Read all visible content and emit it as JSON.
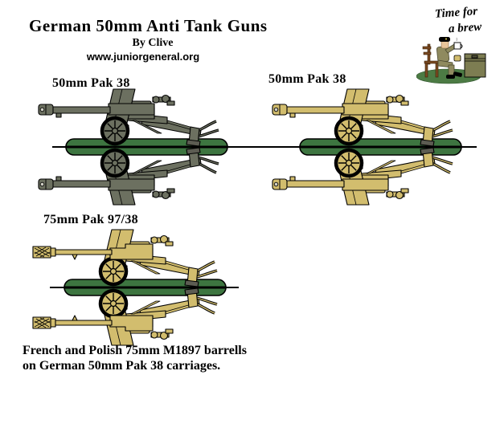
{
  "header": {
    "title": "German 50mm Anti Tank Guns",
    "byline": "By Clive",
    "website": "www.juniorgeneral.org"
  },
  "brew_graphic": {
    "caption_line1": "Time for",
    "caption_line2": "a brew",
    "icon": "soldier-drinking-tea-icon"
  },
  "figures": [
    {
      "id": "pak38-grey",
      "label": "50mm Pak 38",
      "color_name": "field grey",
      "gun_color": "#6C7060"
    },
    {
      "id": "pak38-tan",
      "label": "50mm Pak 38",
      "color_name": "dark yellow",
      "gun_color": "#D2BD6E"
    },
    {
      "id": "pak9738-tan",
      "label": "75mm Pak 97/38",
      "color_name": "dark yellow",
      "gun_color": "#D2BD6E"
    }
  ],
  "caption": {
    "line1": "French and Polish 75mm M1897 barrells",
    "line2": "on German 50mm Pak 38 carriages."
  },
  "colors": {
    "base_green": "#3D7540",
    "grass_green": "#4C7B44",
    "uniform_khaki": "#8F8A5F",
    "chair_brown": "#7B4A21",
    "crate_olive": "#7D7D52",
    "tire_black": "#000000",
    "fold_line": "#000000",
    "background": "#FFFFFF"
  }
}
